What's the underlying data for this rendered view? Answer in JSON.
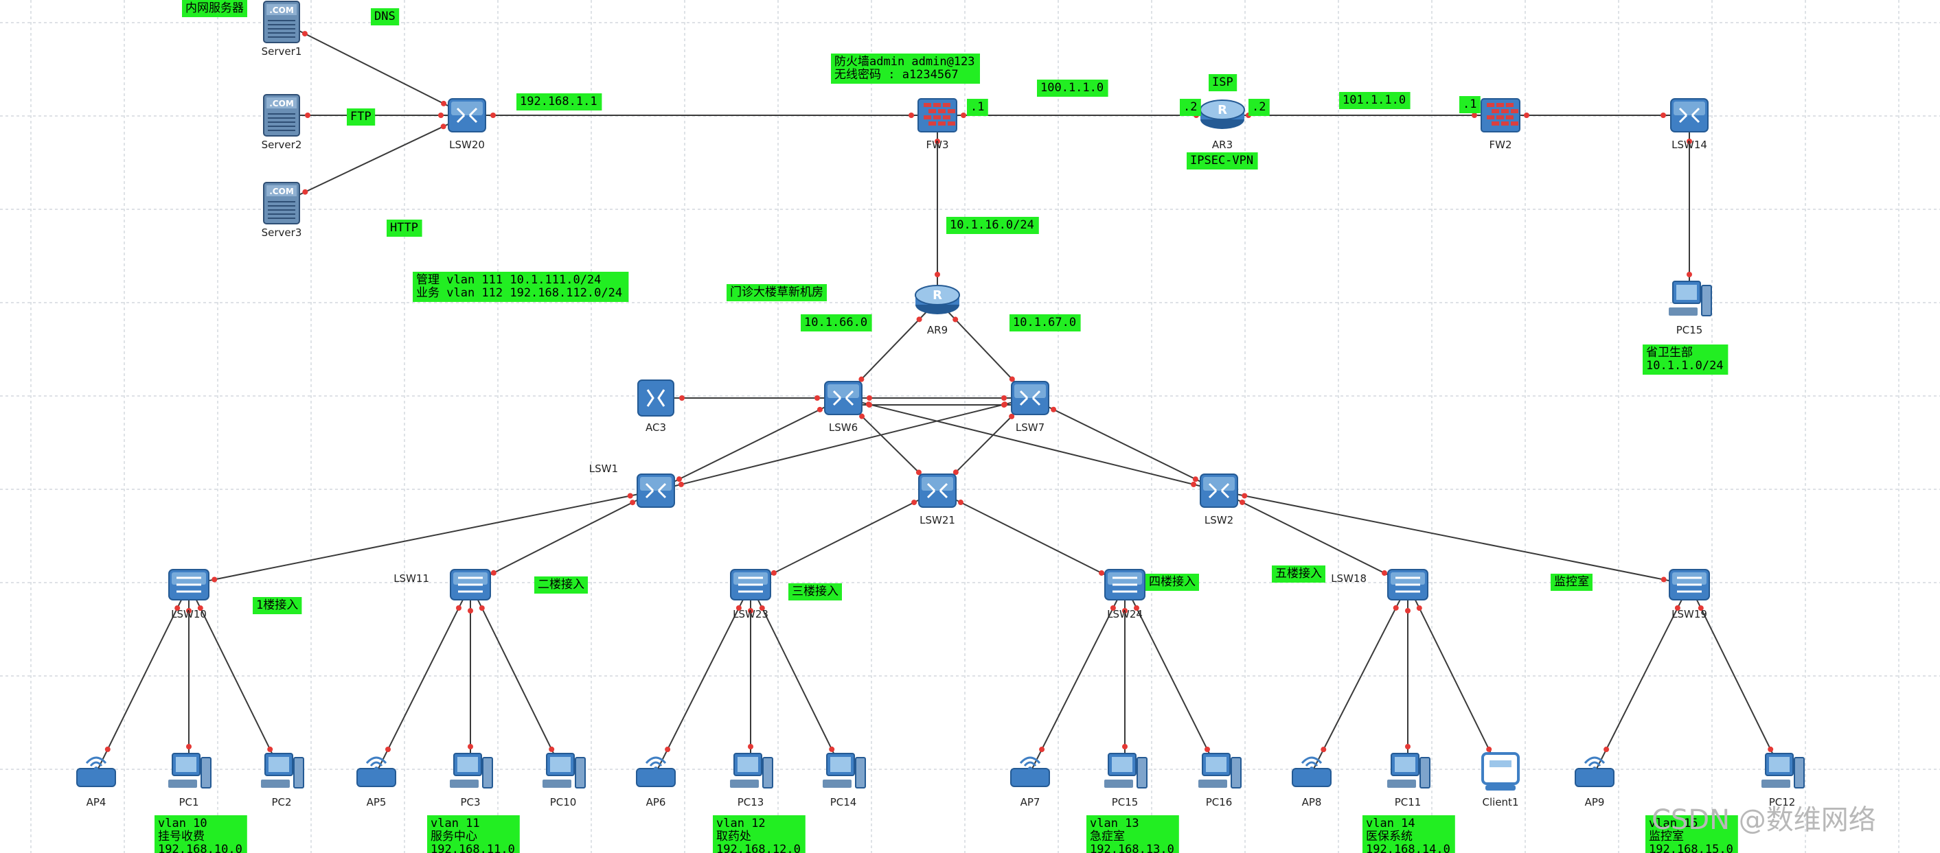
{
  "colors": {
    "grid": "#c9cfd6",
    "link": "#3a3a3a",
    "port": "#e53935",
    "tag_bg": "#22ee22",
    "device_blue": "#3f7fc4",
    "device_light": "#9cc6ea",
    "firewall_red": "#d94040"
  },
  "devices": [
    {
      "id": "Server1",
      "label": "Server1",
      "type": "server"
    },
    {
      "id": "Server2",
      "label": "Server2",
      "type": "server"
    },
    {
      "id": "Server3",
      "label": "Server3",
      "type": "server"
    },
    {
      "id": "LSW20",
      "label": "LSW20",
      "type": "l3switch"
    },
    {
      "id": "FW3",
      "label": "FW3",
      "type": "firewall"
    },
    {
      "id": "AR3",
      "label": "AR3",
      "type": "router"
    },
    {
      "id": "FW2",
      "label": "FW2",
      "type": "firewall"
    },
    {
      "id": "LSW14",
      "label": "LSW14",
      "type": "l3switch"
    },
    {
      "id": "PC15a",
      "label": "PC15",
      "type": "pc"
    },
    {
      "id": "AR9",
      "label": "AR9",
      "type": "router"
    },
    {
      "id": "AC3",
      "label": "AC3",
      "type": "ac"
    },
    {
      "id": "LSW6",
      "label": "LSW6",
      "type": "l3switch"
    },
    {
      "id": "LSW7",
      "label": "LSW7",
      "type": "l3switch"
    },
    {
      "id": "LSW1",
      "label": "LSW1",
      "type": "l3switch"
    },
    {
      "id": "LSW21",
      "label": "LSW21",
      "type": "l3switch"
    },
    {
      "id": "LSW2",
      "label": "LSW2",
      "type": "l3switch"
    },
    {
      "id": "LSW10",
      "label": "LSW10",
      "type": "l2switch"
    },
    {
      "id": "LSW11",
      "label": "LSW11",
      "type": "l2switch"
    },
    {
      "id": "LSW23",
      "label": "LSW23",
      "type": "l2switch"
    },
    {
      "id": "LSW24",
      "label": "LSW24",
      "type": "l2switch"
    },
    {
      "id": "LSW18",
      "label": "LSW18",
      "type": "l2switch"
    },
    {
      "id": "LSW19",
      "label": "LSW19",
      "type": "l2switch"
    },
    {
      "id": "AP4",
      "label": "AP4",
      "type": "ap"
    },
    {
      "id": "PC1",
      "label": "PC1",
      "type": "pc"
    },
    {
      "id": "PC2",
      "label": "PC2",
      "type": "pc"
    },
    {
      "id": "AP5",
      "label": "AP5",
      "type": "ap"
    },
    {
      "id": "PC3",
      "label": "PC3",
      "type": "pc"
    },
    {
      "id": "PC10",
      "label": "PC10",
      "type": "pc"
    },
    {
      "id": "AP6",
      "label": "AP6",
      "type": "ap"
    },
    {
      "id": "PC13",
      "label": "PC13",
      "type": "pc"
    },
    {
      "id": "PC14",
      "label": "PC14",
      "type": "pc"
    },
    {
      "id": "AP7",
      "label": "AP7",
      "type": "ap"
    },
    {
      "id": "PC15b",
      "label": "PC15",
      "type": "pc"
    },
    {
      "id": "PC16",
      "label": "PC16",
      "type": "pc"
    },
    {
      "id": "AP8",
      "label": "AP8",
      "type": "ap"
    },
    {
      "id": "PC11",
      "label": "PC11",
      "type": "pc"
    },
    {
      "id": "Client1",
      "label": "Client1",
      "type": "client"
    },
    {
      "id": "AP9",
      "label": "AP9",
      "type": "ap"
    },
    {
      "id": "PC12",
      "label": "PC12",
      "type": "pc"
    }
  ],
  "links": [
    [
      "Server1",
      "LSW20"
    ],
    [
      "Server2",
      "LSW20"
    ],
    [
      "Server3",
      "LSW20"
    ],
    [
      "LSW20",
      "FW3"
    ],
    [
      "FW3",
      "AR3"
    ],
    [
      "AR3",
      "FW2"
    ],
    [
      "FW2",
      "LSW14"
    ],
    [
      "LSW14",
      "PC15a"
    ],
    [
      "FW3",
      "AR9"
    ],
    [
      "AR9",
      "LSW6"
    ],
    [
      "AR9",
      "LSW7"
    ],
    [
      "AC3",
      "LSW6"
    ],
    [
      "LSW6",
      "LSW7"
    ],
    [
      "LSW6",
      "LSW7"
    ],
    [
      "LSW6",
      "LSW1"
    ],
    [
      "LSW6",
      "LSW21"
    ],
    [
      "LSW6",
      "LSW2"
    ],
    [
      "LSW7",
      "LSW1"
    ],
    [
      "LSW7",
      "LSW21"
    ],
    [
      "LSW7",
      "LSW2"
    ],
    [
      "LSW1",
      "LSW10"
    ],
    [
      "LSW1",
      "LSW11"
    ],
    [
      "LSW21",
      "LSW23"
    ],
    [
      "LSW21",
      "LSW24"
    ],
    [
      "LSW2",
      "LSW18"
    ],
    [
      "LSW2",
      "LSW19"
    ],
    [
      "LSW10",
      "AP4"
    ],
    [
      "LSW10",
      "PC1"
    ],
    [
      "LSW10",
      "PC2"
    ],
    [
      "LSW11",
      "AP5"
    ],
    [
      "LSW11",
      "PC3"
    ],
    [
      "LSW11",
      "PC10"
    ],
    [
      "LSW23",
      "AP6"
    ],
    [
      "LSW23",
      "PC13"
    ],
    [
      "LSW23",
      "PC14"
    ],
    [
      "LSW24",
      "AP7"
    ],
    [
      "LSW24",
      "PC15b"
    ],
    [
      "LSW24",
      "PC16"
    ],
    [
      "LSW18",
      "AP8"
    ],
    [
      "LSW18",
      "PC11"
    ],
    [
      "LSW18",
      "Client1"
    ],
    [
      "LSW19",
      "AP9"
    ],
    [
      "LSW19",
      "PC12"
    ]
  ],
  "tags": [
    {
      "id": "t1",
      "lines": [
        "内网服务器"
      ]
    },
    {
      "id": "t2",
      "lines": [
        "DNS"
      ]
    },
    {
      "id": "t3",
      "lines": [
        "FTP"
      ]
    },
    {
      "id": "t4",
      "lines": [
        "HTTP"
      ]
    },
    {
      "id": "t5",
      "lines": [
        "192.168.1.1"
      ]
    },
    {
      "id": "t6",
      "lines": [
        "防火墙admin admin@123",
        "无线密码 : a1234567"
      ]
    },
    {
      "id": "t7",
      "lines": [
        ".1"
      ]
    },
    {
      "id": "t8",
      "lines": [
        "100.1.1.0"
      ]
    },
    {
      "id": "t9",
      "lines": [
        "ISP"
      ]
    },
    {
      "id": "t10",
      "lines": [
        ".2"
      ]
    },
    {
      "id": "t11",
      "lines": [
        ".2"
      ]
    },
    {
      "id": "t12",
      "lines": [
        "IPSEC-VPN"
      ]
    },
    {
      "id": "t13",
      "lines": [
        "101.1.1.0"
      ]
    },
    {
      "id": "t14",
      "lines": [
        ".1"
      ]
    },
    {
      "id": "t15",
      "lines": [
        "省卫生部",
        "10.1.1.0/24"
      ]
    },
    {
      "id": "t16",
      "lines": [
        "10.1.16.0/24"
      ]
    },
    {
      "id": "t17",
      "lines": [
        "管理 vlan 111 10.1.111.0/24",
        "业务 vlan 112 192.168.112.0/24"
      ]
    },
    {
      "id": "t18",
      "lines": [
        "门诊大楼草新机房"
      ]
    },
    {
      "id": "t19",
      "lines": [
        "10.1.66.0"
      ]
    },
    {
      "id": "t20",
      "lines": [
        "10.1.67.0"
      ]
    },
    {
      "id": "t21",
      "lines": [
        "1楼接入"
      ]
    },
    {
      "id": "t22",
      "lines": [
        "二楼接入"
      ]
    },
    {
      "id": "t23",
      "lines": [
        "三楼接入"
      ]
    },
    {
      "id": "t24",
      "lines": [
        "四楼接入"
      ]
    },
    {
      "id": "t25",
      "lines": [
        "五楼接入"
      ]
    },
    {
      "id": "t26",
      "lines": [
        "监控室"
      ]
    },
    {
      "id": "t27",
      "lines": [
        "vlan 10",
        "挂号收费",
        "192.168.10.0"
      ]
    },
    {
      "id": "t28",
      "lines": [
        "vlan 11",
        "服务中心",
        "192.168.11.0"
      ]
    },
    {
      "id": "t29",
      "lines": [
        "vlan 12",
        "取药处",
        "192.168.12.0"
      ]
    },
    {
      "id": "t30",
      "lines": [
        "vlan 13",
        "急症室",
        "192.168.13.0"
      ]
    },
    {
      "id": "t31",
      "lines": [
        "vlan 14",
        "医保系统",
        "192.168.14.0"
      ]
    },
    {
      "id": "t32",
      "lines": [
        "vlan 15",
        "监控室",
        "192.168.15.0"
      ]
    }
  ],
  "watermark": "CSDN @数维网络"
}
